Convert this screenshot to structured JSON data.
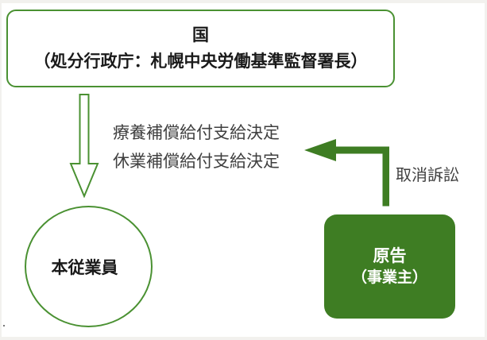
{
  "colors": {
    "green_fill": "#3e7d23",
    "green_stroke": "#4a9132",
    "text_black": "#1a1a1a",
    "text_gray": "#3f3f3f",
    "edge": "#f2f1ee"
  },
  "nodes": {
    "state_box": {
      "title": "国",
      "subtitle": "（処分行政庁：札幌中央労働基準監督署長）"
    },
    "employee_circle": {
      "label": "本従業員"
    },
    "plaintiff_box": {
      "title": "原告",
      "subtitle": "（事業主）"
    }
  },
  "edges": {
    "benefit_decisions": {
      "lines": [
        "療養補償給付支給決定",
        "休業補償給付支給決定"
      ],
      "direction": "state-to-employee",
      "style": "hollow-outline-down-arrow"
    },
    "lawsuit": {
      "label": "取消訴訟",
      "direction": "plaintiff-to-decisions",
      "style": "solid-elbow-left-arrow"
    }
  },
  "icons": {
    "down_arrow": "hollow outlined arrow pointing down",
    "elbow_arrow": "solid elbow arrow pointing left"
  }
}
